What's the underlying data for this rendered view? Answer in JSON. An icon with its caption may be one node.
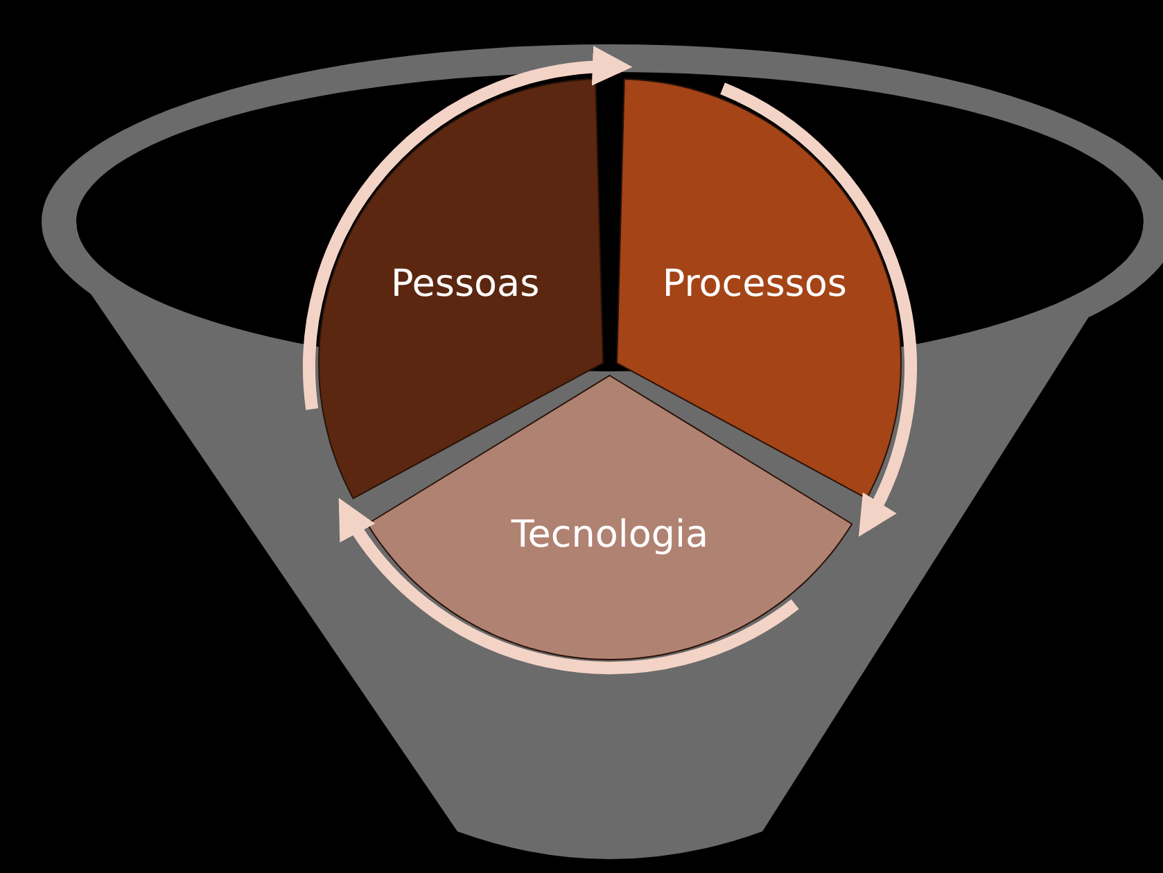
{
  "diagram": {
    "nodes": [
      {
        "text": [
          "Pessoas"
        ]
      },
      {
        "text": [
          "Processos"
        ]
      },
      {
        "text": [
          "Tecnologia"
        ]
      }
    ],
    "edges": [
      {
        "from": 0,
        "to": 1,
        "arrow": "to"
      },
      {
        "from": 1,
        "to": 2,
        "arrow": "to"
      },
      {
        "from": 2,
        "to": 0,
        "arrow": "to"
      }
    ]
  }
}
